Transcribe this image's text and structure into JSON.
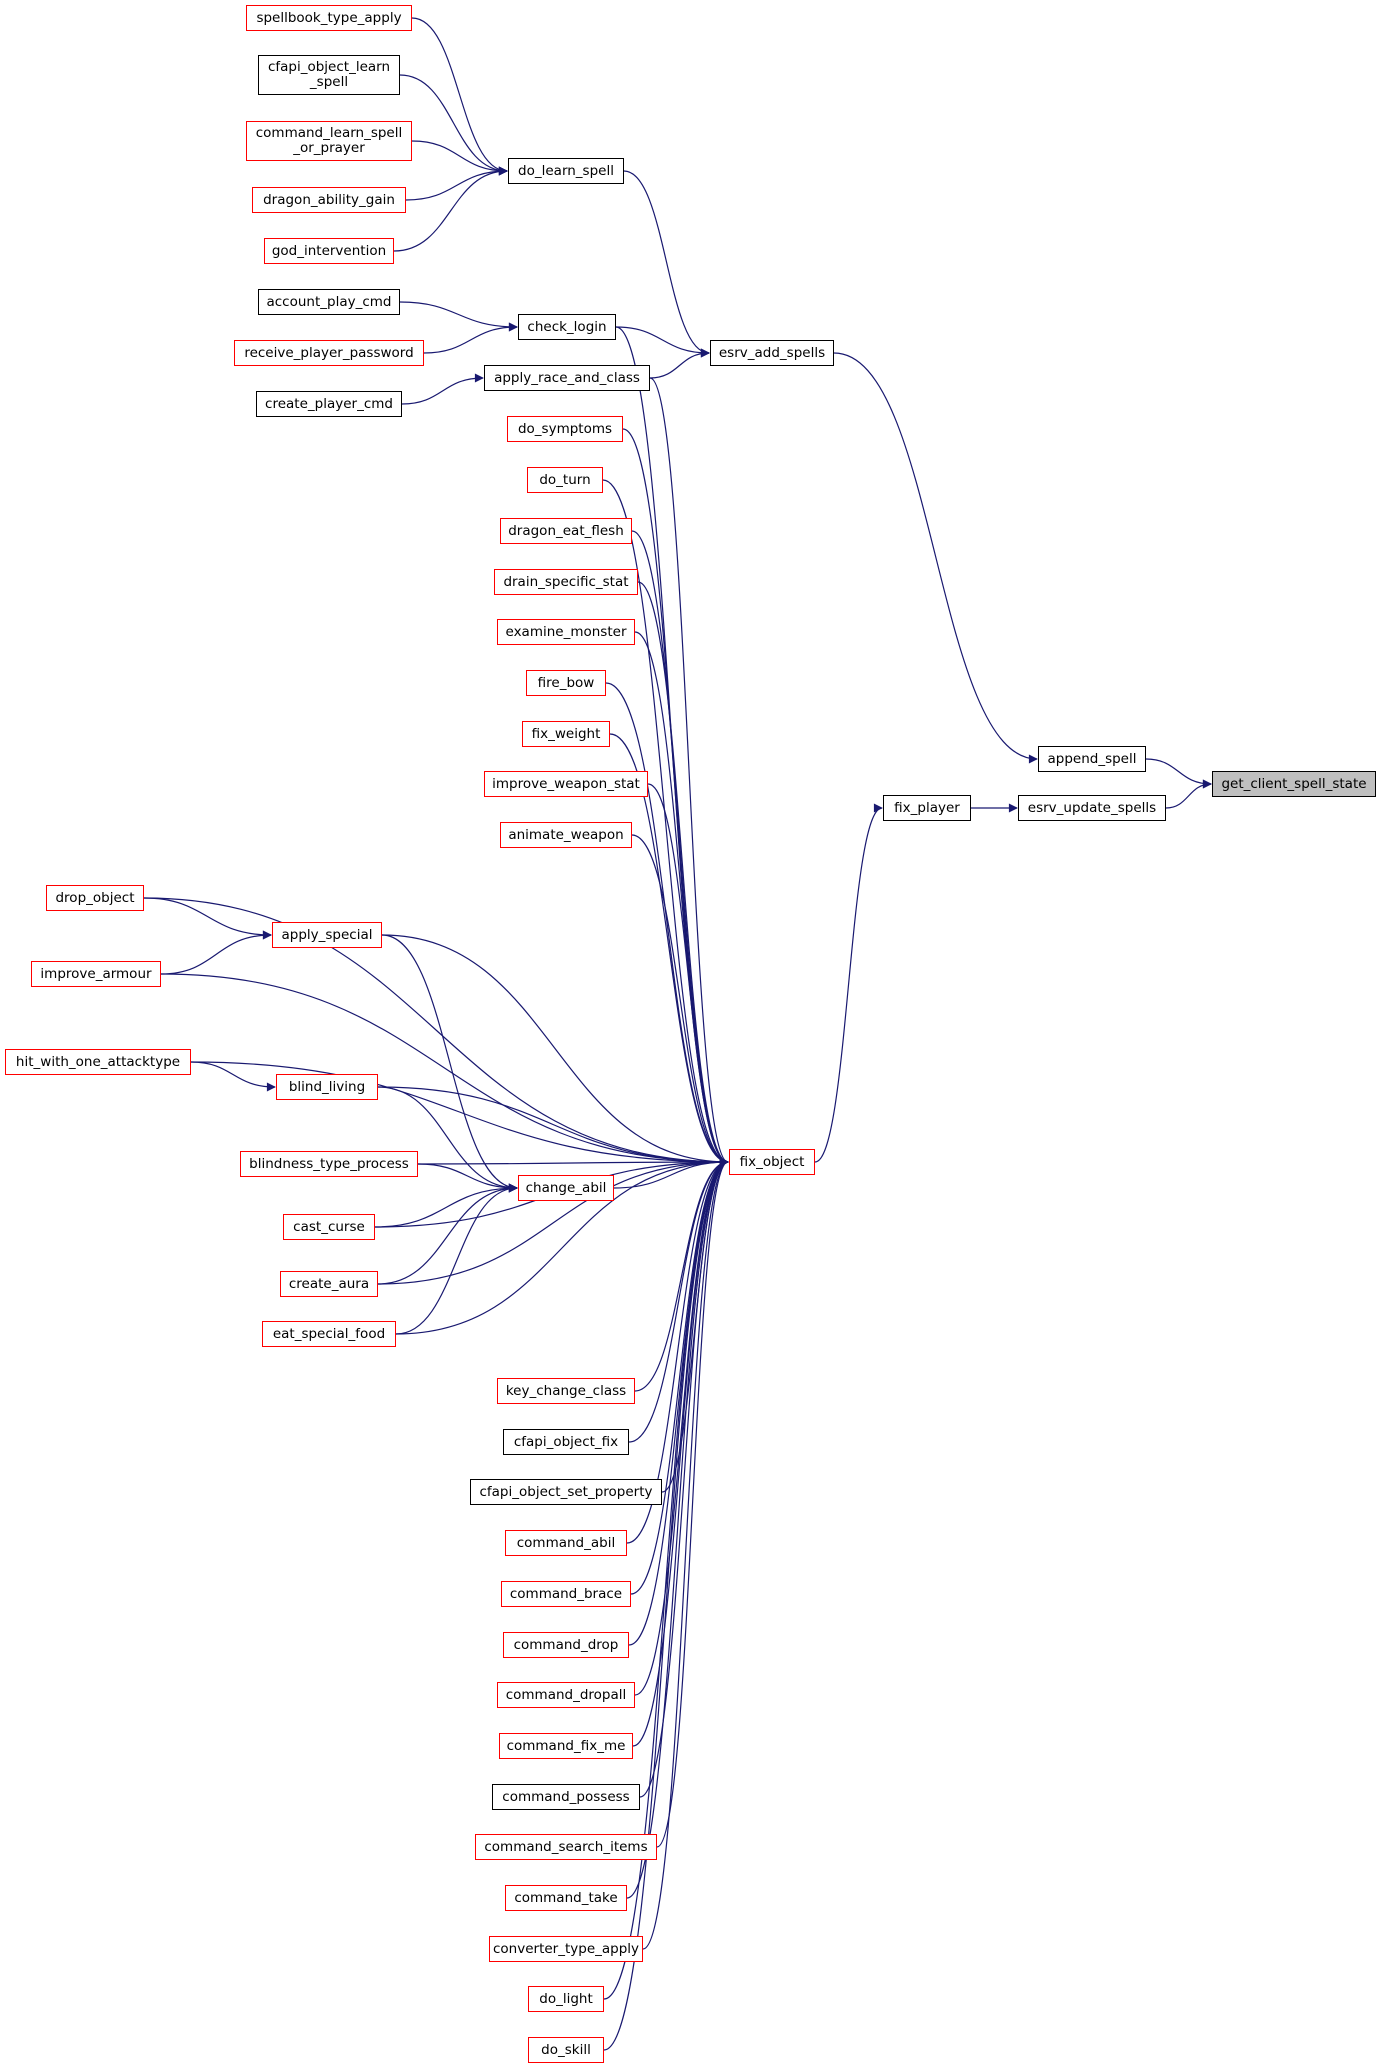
{
  "colors": {
    "edge": "#191970",
    "node_border_documented": "#000000",
    "node_border_undocumented": "#ff0000",
    "focus_fill": "#bfbfbf"
  },
  "nodes": [
    {
      "id": "get_client_spell_state",
      "label": "get_client_spell_state",
      "style": "gray"
    },
    {
      "id": "append_spell",
      "label": "append_spell",
      "style": "black"
    },
    {
      "id": "esrv_update_spells",
      "label": "esrv_update_spells",
      "style": "black"
    },
    {
      "id": "esrv_add_spells",
      "label": "esrv_add_spells",
      "style": "black"
    },
    {
      "id": "fix_player",
      "label": "fix_player",
      "style": "black"
    },
    {
      "id": "do_learn_spell",
      "label": "do_learn_spell",
      "style": "black"
    },
    {
      "id": "check_login",
      "label": "check_login",
      "style": "black"
    },
    {
      "id": "apply_race_and_class",
      "label": "apply_race_and_class",
      "style": "black"
    },
    {
      "id": "fix_object",
      "label": "fix_object",
      "style": "red"
    },
    {
      "id": "spellbook_type_apply",
      "label": "spellbook_type_apply",
      "style": "red"
    },
    {
      "id": "cfapi_object_learn_spell",
      "label": "cfapi_object_learn\n_spell",
      "style": "black"
    },
    {
      "id": "command_learn_spell_or_prayer",
      "label": "command_learn_spell\n_or_prayer",
      "style": "red"
    },
    {
      "id": "dragon_ability_gain",
      "label": "dragon_ability_gain",
      "style": "red"
    },
    {
      "id": "god_intervention",
      "label": "god_intervention",
      "style": "red"
    },
    {
      "id": "account_play_cmd",
      "label": "account_play_cmd",
      "style": "black"
    },
    {
      "id": "receive_player_password",
      "label": "receive_player_password",
      "style": "red"
    },
    {
      "id": "create_player_cmd",
      "label": "create_player_cmd",
      "style": "black"
    },
    {
      "id": "do_symptoms",
      "label": "do_symptoms",
      "style": "red"
    },
    {
      "id": "do_turn",
      "label": "do_turn",
      "style": "red"
    },
    {
      "id": "dragon_eat_flesh",
      "label": "dragon_eat_flesh",
      "style": "red"
    },
    {
      "id": "drain_specific_stat",
      "label": "drain_specific_stat",
      "style": "red"
    },
    {
      "id": "examine_monster",
      "label": "examine_monster",
      "style": "red"
    },
    {
      "id": "fire_bow",
      "label": "fire_bow",
      "style": "red"
    },
    {
      "id": "fix_weight",
      "label": "fix_weight",
      "style": "red"
    },
    {
      "id": "improve_weapon_stat",
      "label": "improve_weapon_stat",
      "style": "red"
    },
    {
      "id": "animate_weapon",
      "label": "animate_weapon",
      "style": "red"
    },
    {
      "id": "drop_object",
      "label": "drop_object",
      "style": "red"
    },
    {
      "id": "apply_special",
      "label": "apply_special",
      "style": "red"
    },
    {
      "id": "improve_armour",
      "label": "improve_armour",
      "style": "red"
    },
    {
      "id": "hit_with_one_attacktype",
      "label": "hit_with_one_attacktype",
      "style": "red"
    },
    {
      "id": "blind_living",
      "label": "blind_living",
      "style": "red"
    },
    {
      "id": "blindness_type_process",
      "label": "blindness_type_process",
      "style": "red"
    },
    {
      "id": "change_abil",
      "label": "change_abil",
      "style": "red"
    },
    {
      "id": "cast_curse",
      "label": "cast_curse",
      "style": "red"
    },
    {
      "id": "create_aura",
      "label": "create_aura",
      "style": "red"
    },
    {
      "id": "eat_special_food",
      "label": "eat_special_food",
      "style": "red"
    },
    {
      "id": "key_change_class",
      "label": "key_change_class",
      "style": "red"
    },
    {
      "id": "cfapi_object_fix",
      "label": "cfapi_object_fix",
      "style": "black"
    },
    {
      "id": "cfapi_object_set_property",
      "label": "cfapi_object_set_property",
      "style": "black"
    },
    {
      "id": "command_abil",
      "label": "command_abil",
      "style": "red"
    },
    {
      "id": "command_brace",
      "label": "command_brace",
      "style": "red"
    },
    {
      "id": "command_drop",
      "label": "command_drop",
      "style": "red"
    },
    {
      "id": "command_dropall",
      "label": "command_dropall",
      "style": "red"
    },
    {
      "id": "command_fix_me",
      "label": "command_fix_me",
      "style": "red"
    },
    {
      "id": "command_possess",
      "label": "command_possess",
      "style": "black"
    },
    {
      "id": "command_search_items",
      "label": "command_search_items",
      "style": "red"
    },
    {
      "id": "command_take",
      "label": "command_take",
      "style": "red"
    },
    {
      "id": "converter_type_apply",
      "label": "converter_type_apply",
      "style": "red"
    },
    {
      "id": "do_light",
      "label": "do_light",
      "style": "red"
    },
    {
      "id": "do_skill",
      "label": "do_skill",
      "style": "red"
    }
  ],
  "edges": [
    {
      "from": "append_spell",
      "to": "get_client_spell_state"
    },
    {
      "from": "esrv_update_spells",
      "to": "get_client_spell_state"
    },
    {
      "from": "esrv_add_spells",
      "to": "append_spell"
    },
    {
      "from": "fix_player",
      "to": "esrv_update_spells"
    },
    {
      "from": "do_learn_spell",
      "to": "esrv_add_spells"
    },
    {
      "from": "check_login",
      "to": "esrv_add_spells"
    },
    {
      "from": "apply_race_and_class",
      "to": "esrv_add_spells"
    },
    {
      "from": "fix_object",
      "to": "fix_player"
    },
    {
      "from": "spellbook_type_apply",
      "to": "do_learn_spell"
    },
    {
      "from": "cfapi_object_learn_spell",
      "to": "do_learn_spell"
    },
    {
      "from": "command_learn_spell_or_prayer",
      "to": "do_learn_spell"
    },
    {
      "from": "dragon_ability_gain",
      "to": "do_learn_spell"
    },
    {
      "from": "god_intervention",
      "to": "do_learn_spell"
    },
    {
      "from": "account_play_cmd",
      "to": "check_login"
    },
    {
      "from": "receive_player_password",
      "to": "check_login"
    },
    {
      "from": "create_player_cmd",
      "to": "apply_race_and_class"
    },
    {
      "from": "check_login",
      "to": "fix_object"
    },
    {
      "from": "apply_race_and_class",
      "to": "fix_object"
    },
    {
      "from": "do_symptoms",
      "to": "fix_object"
    },
    {
      "from": "do_turn",
      "to": "fix_object"
    },
    {
      "from": "dragon_eat_flesh",
      "to": "fix_object"
    },
    {
      "from": "drain_specific_stat",
      "to": "fix_object"
    },
    {
      "from": "examine_monster",
      "to": "fix_object"
    },
    {
      "from": "fire_bow",
      "to": "fix_object"
    },
    {
      "from": "fix_weight",
      "to": "fix_object"
    },
    {
      "from": "improve_weapon_stat",
      "to": "fix_object"
    },
    {
      "from": "animate_weapon",
      "to": "fix_object"
    },
    {
      "from": "drop_object",
      "to": "fix_object"
    },
    {
      "from": "apply_special",
      "to": "fix_object"
    },
    {
      "from": "improve_armour",
      "to": "fix_object"
    },
    {
      "from": "hit_with_one_attacktype",
      "to": "fix_object"
    },
    {
      "from": "blind_living",
      "to": "fix_object"
    },
    {
      "from": "blindness_type_process",
      "to": "fix_object"
    },
    {
      "from": "change_abil",
      "to": "fix_object"
    },
    {
      "from": "cast_curse",
      "to": "fix_object"
    },
    {
      "from": "create_aura",
      "to": "fix_object"
    },
    {
      "from": "eat_special_food",
      "to": "fix_object"
    },
    {
      "from": "key_change_class",
      "to": "fix_object"
    },
    {
      "from": "cfapi_object_fix",
      "to": "fix_object"
    },
    {
      "from": "cfapi_object_set_property",
      "to": "fix_object"
    },
    {
      "from": "command_abil",
      "to": "fix_object"
    },
    {
      "from": "command_brace",
      "to": "fix_object"
    },
    {
      "from": "command_drop",
      "to": "fix_object"
    },
    {
      "from": "command_dropall",
      "to": "fix_object"
    },
    {
      "from": "command_fix_me",
      "to": "fix_object"
    },
    {
      "from": "command_possess",
      "to": "fix_object"
    },
    {
      "from": "command_search_items",
      "to": "fix_object"
    },
    {
      "from": "command_take",
      "to": "fix_object"
    },
    {
      "from": "converter_type_apply",
      "to": "fix_object"
    },
    {
      "from": "do_light",
      "to": "fix_object"
    },
    {
      "from": "do_skill",
      "to": "fix_object"
    },
    {
      "from": "drop_object",
      "to": "apply_special"
    },
    {
      "from": "improve_armour",
      "to": "apply_special"
    },
    {
      "from": "hit_with_one_attacktype",
      "to": "blind_living"
    },
    {
      "from": "apply_special",
      "to": "change_abil"
    },
    {
      "from": "blind_living",
      "to": "change_abil"
    },
    {
      "from": "blindness_type_process",
      "to": "change_abil"
    },
    {
      "from": "cast_curse",
      "to": "change_abil"
    },
    {
      "from": "create_aura",
      "to": "change_abil"
    },
    {
      "from": "eat_special_food",
      "to": "change_abil"
    }
  ]
}
